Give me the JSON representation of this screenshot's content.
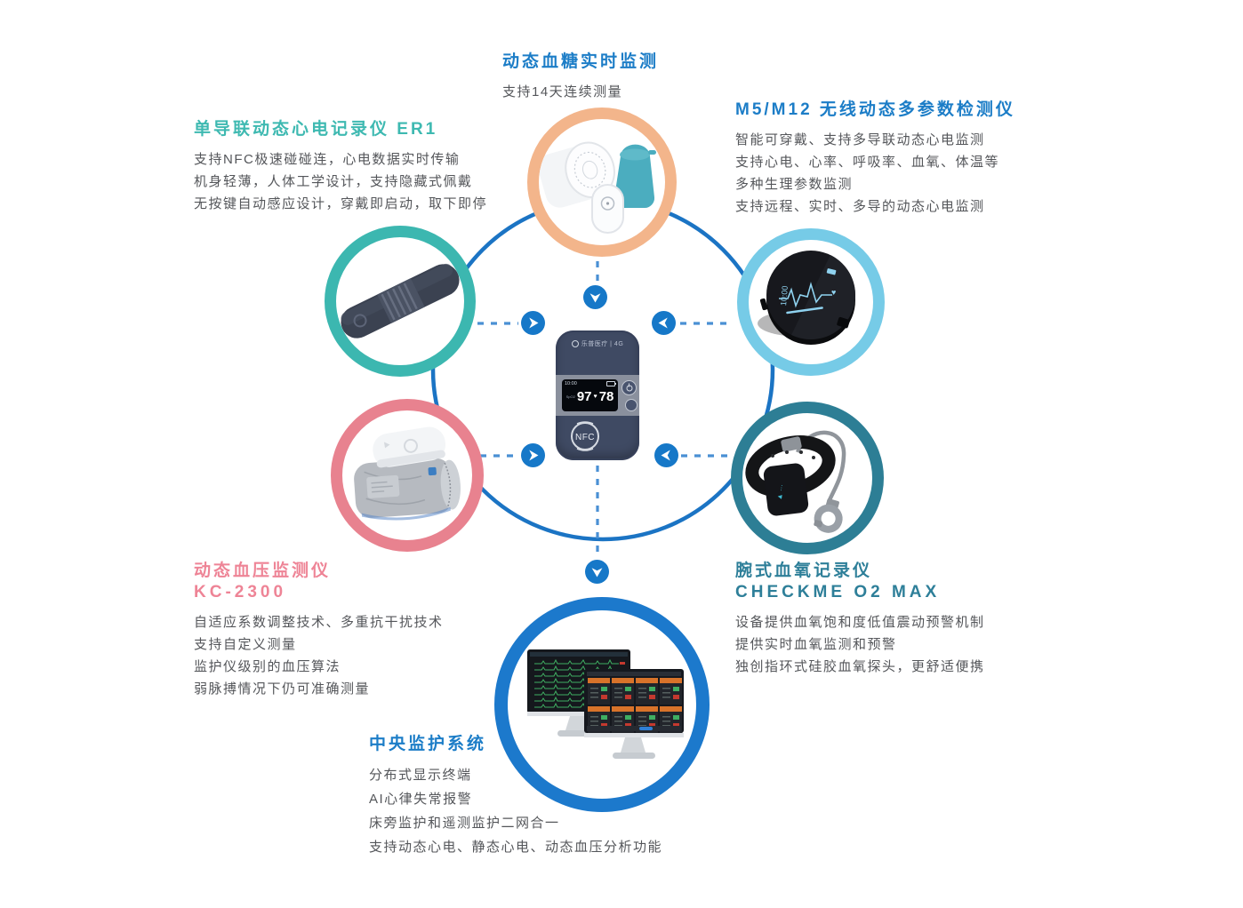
{
  "diagram": {
    "hub": {
      "brand_label": "乐普医疗 | 4G",
      "screen_time": "10:00",
      "spo2_label": "SpO2",
      "spo2_value": "97",
      "pulse_value": "78",
      "nfc_label": "NFC"
    },
    "m5_screen_time": "10:00",
    "products": {
      "glucose": {
        "title": "动态血糖实时监测",
        "lines": [
          "支持14天连续测量"
        ]
      },
      "er1": {
        "title": "单导联动态心电记录仪 ER1",
        "lines": [
          "支持NFC极速碰碰连，心电数据实时传输",
          "机身轻薄，人体工学设计，支持隐藏式佩戴",
          "无按键自动感应设计，穿戴即启动，取下即停"
        ]
      },
      "m5": {
        "title": "M5/M12 无线动态多参数检测仪",
        "lines": [
          "智能可穿戴、支持多导联动态心电监测",
          "支持心电、心率、呼吸率、血氧、体温等",
          "多种生理参数监测",
          "支持远程、实时、多导的动态心电监测"
        ]
      },
      "bp": {
        "title": "动态血压监测仪",
        "model": "KC-2300",
        "lines": [
          "自适应系数调整技术、多重抗干扰技术",
          "支持自定义测量",
          "监护仪级别的血压算法",
          "弱脉搏情况下仍可准确测量"
        ]
      },
      "o2": {
        "title": "腕式血氧记录仪",
        "model": "CHECKME O2 MAX",
        "lines": [
          "设备提供血氧饱和度低值震动预警机制",
          "提供实时血氧监测和预警",
          "独创指环式硅胶血氧探头，更舒适便携"
        ]
      },
      "central": {
        "title": "中央监护系统",
        "lines": [
          "分布式显示终端",
          "AI心律失常报警",
          "床旁监护和遥测监护二网合一",
          "支持动态心电、静态心电、动态血压分析功能"
        ]
      }
    },
    "colors": {
      "title_blue": "#1C7DC7",
      "title_teal": "#3EB9B1",
      "title_pink": "#EE8496",
      "title_dark_teal": "#2E7F99",
      "body_text": "#54565A",
      "ring_orange": "#F3B58B",
      "ring_teal": "#3CB7B0",
      "ring_light_blue": "#76CBE7",
      "ring_pink": "#E8828F",
      "ring_dark_teal": "#2D7E95",
      "ring_blue": "#1C79CC",
      "connector_blue": "#1B74C4",
      "arrow_blue": "#1678C8"
    }
  }
}
